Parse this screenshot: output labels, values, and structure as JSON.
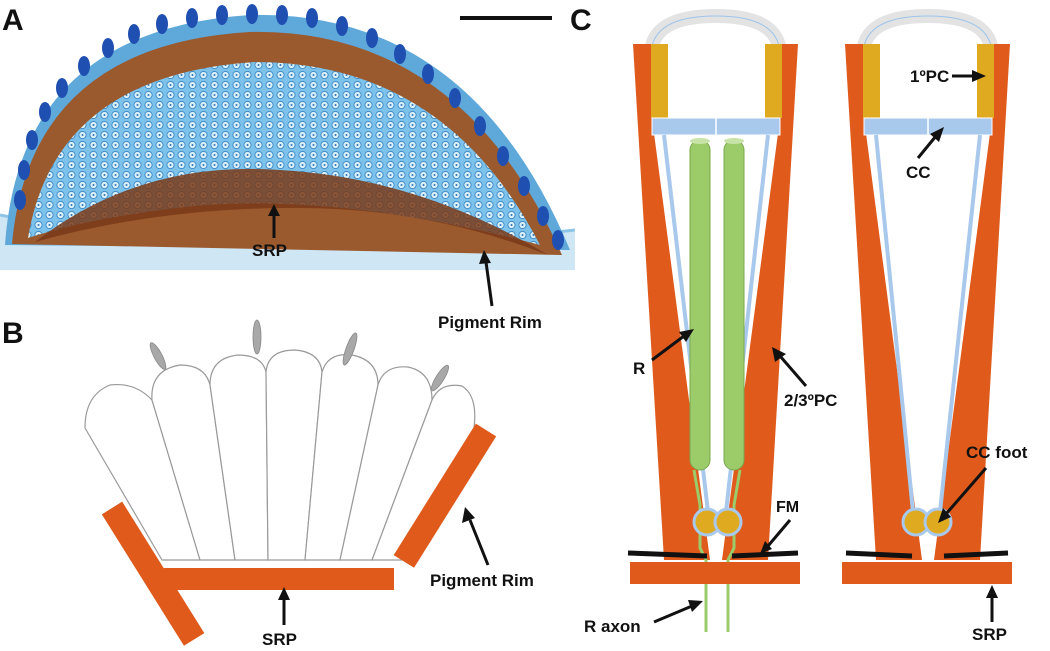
{
  "panels": {
    "a": {
      "letter": "A",
      "labels": {
        "srp": "SRP",
        "pigment_rim": "Pigment Rim"
      }
    },
    "b": {
      "letter": "B",
      "labels": {
        "pigment_rim": "Pigment Rim",
        "srp": "SRP"
      }
    },
    "c": {
      "letter": "C",
      "labels": {
        "primary_pc": "1ºPC",
        "cc": "CC",
        "r": "R",
        "secondary_tertiary_pc": "2/3ºPC",
        "cc_foot": "CC foot",
        "fm": "FM",
        "r_axon": "R axon",
        "srp": "SRP"
      }
    }
  },
  "colors": {
    "pigment_orange": "#e05a1c",
    "primary_pc_gold": "#e0aa20",
    "cone_cell_blue": "#a8c8ec",
    "rhabdomere_green": "#9ccb6a",
    "lens_gray": "#e6e6e6",
    "micrograph_blue": "#69b6e4",
    "micrograph_brown": "#8b4a22"
  }
}
